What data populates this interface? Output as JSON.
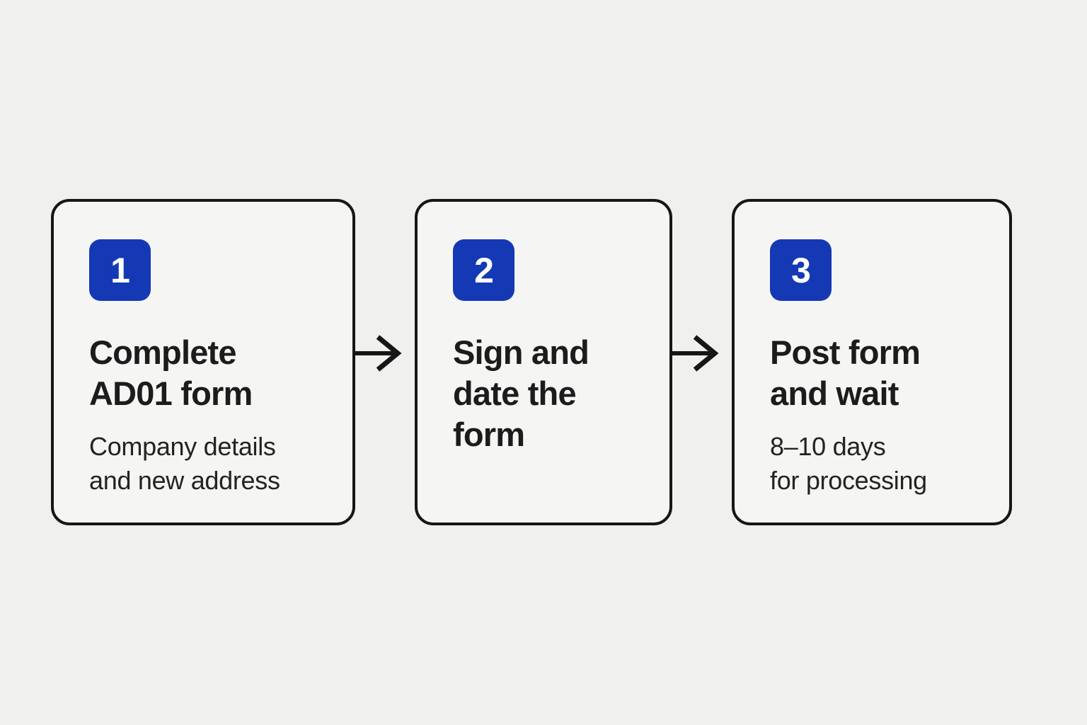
{
  "diagram": {
    "type": "process-flow",
    "direction": "left-to-right",
    "steps": [
      {
        "number": "1",
        "title": "Complete\nAD01 form",
        "subtitle": "Company details\nand new address"
      },
      {
        "number": "2",
        "title": "Sign and\ndate the\nform",
        "subtitle": ""
      },
      {
        "number": "3",
        "title": "Post form\nand wait",
        "subtitle": "8–10 days\nfor processing"
      }
    ],
    "connector_icon": "arrow-right-icon",
    "colors": {
      "page_background": "#f0f0ee",
      "card_background": "#f5f5f3",
      "card_border": "#161616",
      "badge_blue": "#1539b5",
      "badge_number": "#ffffff",
      "title_ink": "#1c1c1c",
      "subtitle_ink": "#232323",
      "arrow_ink": "#161616"
    }
  }
}
